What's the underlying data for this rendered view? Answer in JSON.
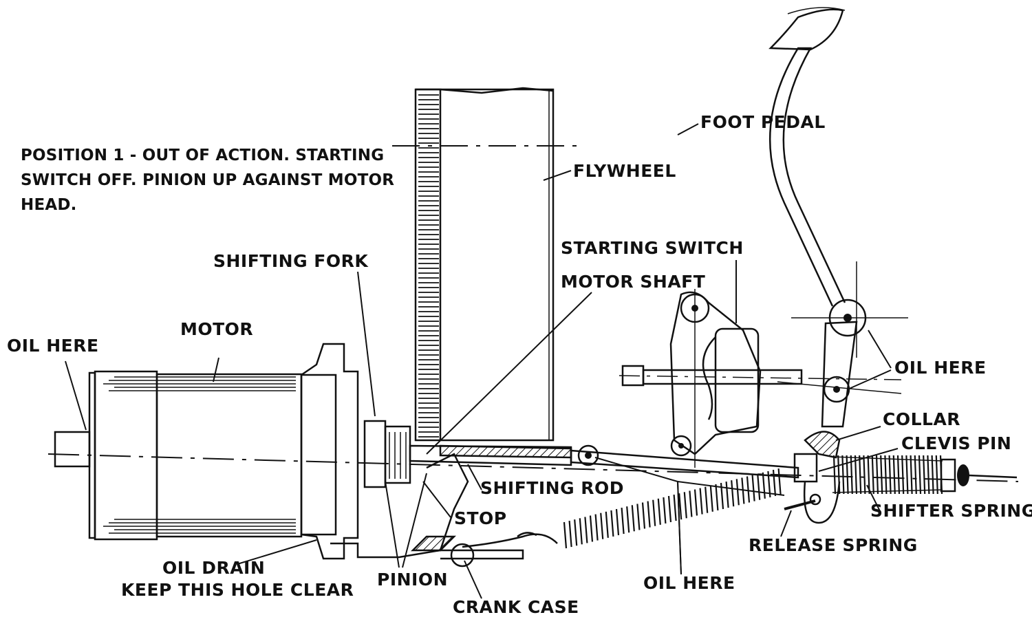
{
  "diagram": {
    "caption_lines": [
      "POSITION 1 - OUT OF ACTION. STARTING",
      "SWITCH OFF. PINION UP AGAINST MOTOR",
      "HEAD."
    ],
    "labels": {
      "foot_pedal": "FOOT PEDAL",
      "flywheel": "FLYWHEEL",
      "starting_switch": "STARTING  SWITCH",
      "motor_shaft": "MOTOR SHAFT",
      "shifting_fork": "SHIFTING  FORK",
      "motor": "MOTOR",
      "oil_here_left": "OIL HERE",
      "oil_here_right": "OIL HERE",
      "collar": "COLLAR",
      "clevis_pin": "CLEVIS PIN",
      "shifting_rod": "SHIFTING ROD",
      "stop": "STOP",
      "shifter_spring": "SHIFTER SPRING",
      "release_spring": "RELEASE SPRING",
      "oil_drain": "OIL DRAIN",
      "keep_clear": "KEEP THIS HOLE CLEAR",
      "pinion": "PINION",
      "oil_here_bottom": "OIL HERE",
      "crank_case": "CRANK CASE"
    }
  }
}
